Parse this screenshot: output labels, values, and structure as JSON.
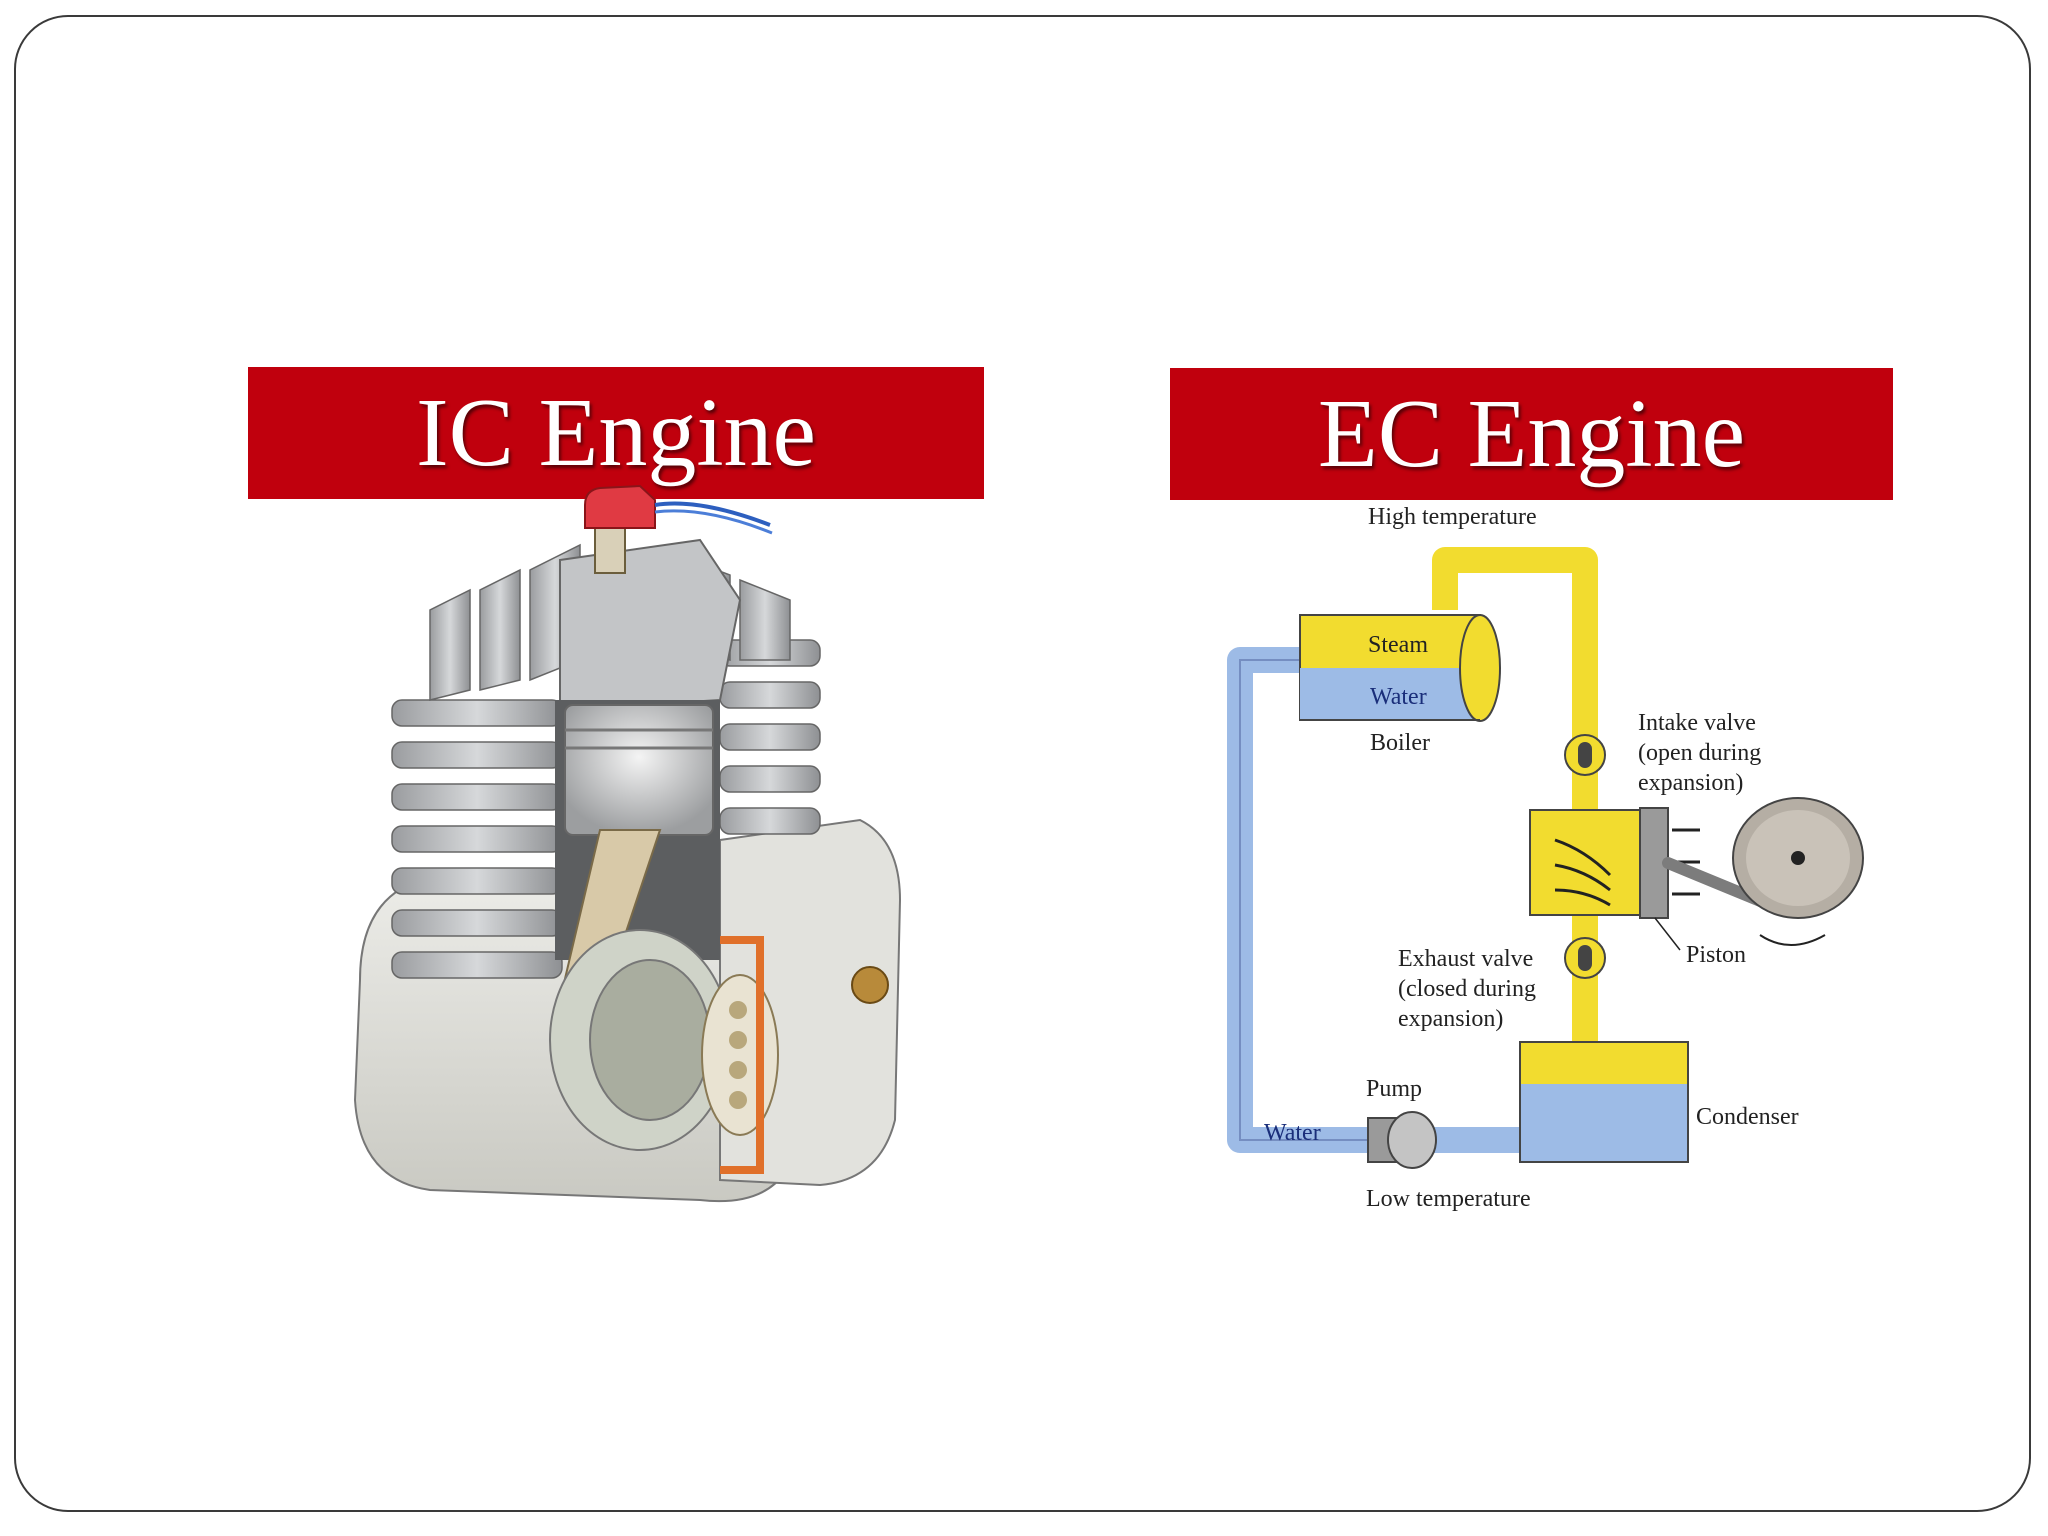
{
  "slide": {
    "ic_title": "IC Engine",
    "ec_title": "EC Engine"
  },
  "ec_diagram": {
    "high_temperature": "High temperature",
    "steam": "Steam",
    "water_boiler": "Water",
    "boiler": "Boiler",
    "intake_valve_line1": "Intake valve",
    "intake_valve_line2": "(open during",
    "intake_valve_line3": "expansion)",
    "piston": "Piston",
    "exhaust_valve_line1": "Exhaust valve",
    "exhaust_valve_line2": "(closed during",
    "exhaust_valve_line3": "expansion)",
    "pump": "Pump",
    "water_pipe": "Water",
    "condenser": "Condenser",
    "low_temperature": "Low temperature"
  },
  "colors": {
    "banner": "#c0000d",
    "steam_yellow": "#f2dc2f",
    "water_blue": "#9dbbe6",
    "engine_grey": "#b8babd"
  }
}
